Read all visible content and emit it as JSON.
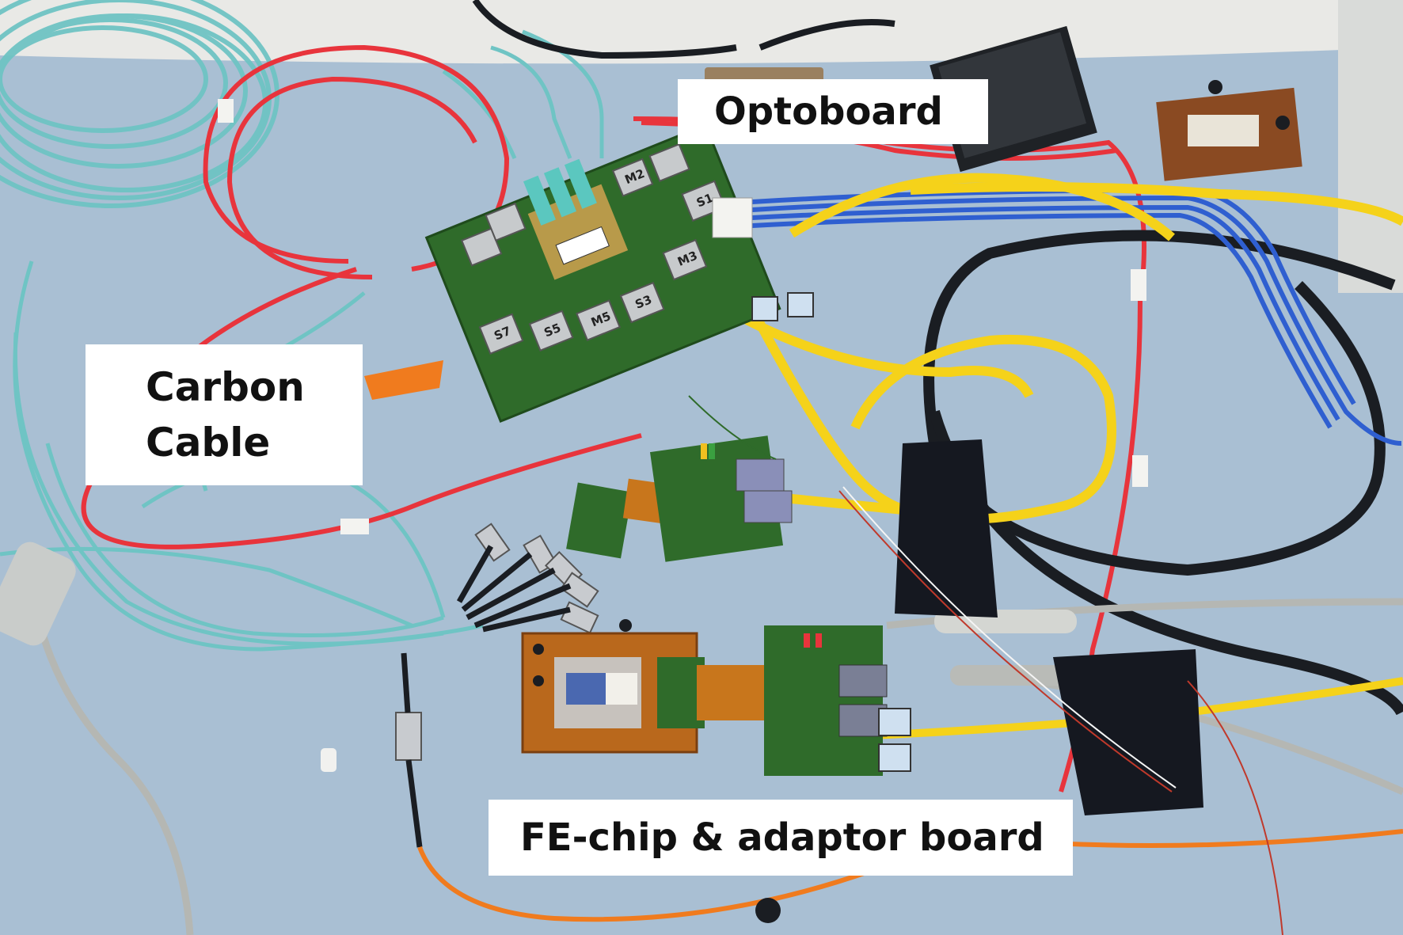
{
  "labels": {
    "optoboard": "Optoboard",
    "carbon_cable": "Carbon\nCable",
    "fe_chip": "FE-chip & adaptor board"
  },
  "colors": {
    "table": "#a9bfd3",
    "fiber": "#6fc4c4",
    "red_cable": "#e8343c",
    "yellow_cable": "#f5d21a",
    "blue_cable": "#2f5fd0",
    "black_cable": "#1a1d22",
    "pcb": "#2f6b2a",
    "flex": "#c8761c"
  },
  "icons": [
    "optoboard-pcb",
    "adaptor-board-icon",
    "fe-chip-board-icon",
    "fiber-connector-icon",
    "ethernet-plug-icon",
    "black-tape-icon"
  ]
}
